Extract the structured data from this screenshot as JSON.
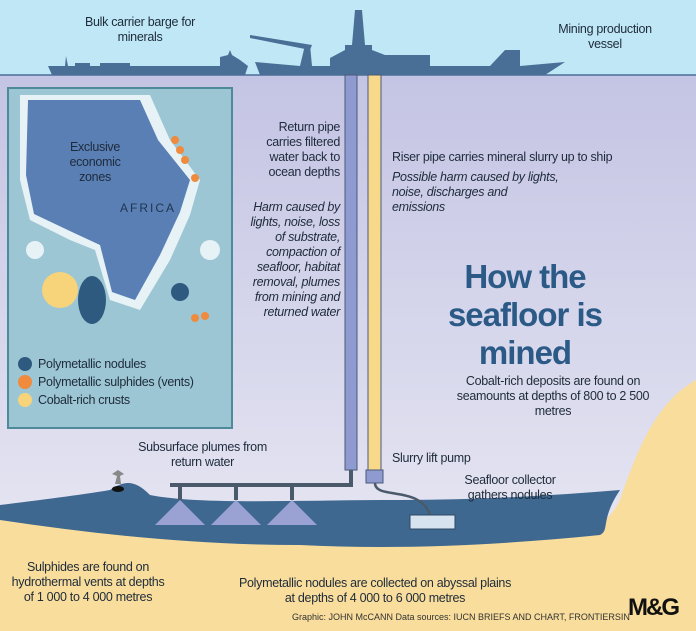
{
  "title": "How the seafloor is mined",
  "labels": {
    "barge": "Bulk carrier barge for minerals",
    "vessel": "Mining production vessel",
    "return_pipe": "Return pipe carries filtered water back to ocean depths",
    "return_harm": "Harm caused by lights, noise, loss of substrate, compaction of seafloor, habitat removal, plumes from mining and returned water",
    "riser_pipe": "Riser pipe carries mineral slurry up to ship",
    "riser_harm": "Possible harm caused by lights, noise, discharges and emissions",
    "cobalt": "Cobalt-rich deposits are found on seamounts at depths of 800 to 2 500 metres",
    "plumes": "Subsurface plumes from return water",
    "pump": "Slurry lift pump",
    "collector": "Seafloor collector gathers nodules",
    "sulphides": "Sulphides are found on hydrothermal vents at depths of 1 000 to 4 000 metres",
    "nodules": "Polymetallic nodules are collected on abyssal plains at depths of 4 000 to 6 000 metres"
  },
  "map": {
    "eez_label": "Exclusive economic zones",
    "continent": "AFRICA",
    "legend": [
      {
        "label": "Polymetallic nodules",
        "color": "#2e5a80"
      },
      {
        "label": "Polymetallic sulphides (vents)",
        "color": "#f08a3c"
      },
      {
        "label": "Cobalt-rich crusts",
        "color": "#f7d37a"
      }
    ]
  },
  "credit": "Graphic: JOHN McCANN  Data sources: IUCN BRIEFS AND CHART, FRONTIERSIN",
  "logo": "M&G",
  "colors": {
    "sky": "#bfe7f6",
    "ship": "#4a6f96",
    "water": "#cfcfe8",
    "seabed": "#3e6890",
    "sand": "#f9dd9c",
    "return_pipe": "#8e9ad0",
    "riser_pipe": "#f8d98a"
  }
}
